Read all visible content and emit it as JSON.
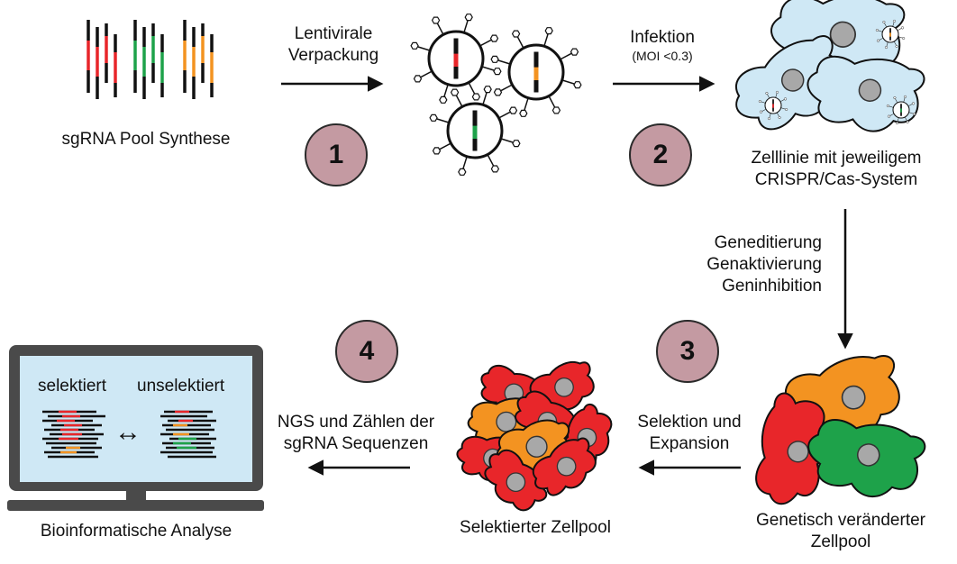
{
  "steps": [
    {
      "number": "1",
      "label_line1": "Lentivirale",
      "label_line2": "Verpackung"
    },
    {
      "number": "2",
      "label_line1": "Infektion",
      "label_line2": "(MOI <0.3)"
    },
    {
      "number": "3",
      "label_line1": "Selektion und",
      "label_line2": "Expansion"
    },
    {
      "number": "4",
      "label_line1": "NGS und Zählen der",
      "label_line2": "sgRNA Sequenzen"
    }
  ],
  "stages": {
    "synthesis": "sgRNA Pool Synthese",
    "cell_line_line1": "Zelllinie mit jeweiligem",
    "cell_line_line2": "CRISPR/Cas-System",
    "modes": [
      "Geneditierung",
      "Genaktivierung",
      "Geninhibition"
    ],
    "modified_pool_line1": "Genetisch veränderter",
    "modified_pool_line2": "Zellpool",
    "selected_pool": "Selektierter Zellpool",
    "analysis": "Bioinformatische Analyse"
  },
  "screen": {
    "left_label": "selektiert",
    "right_label": "unselektiert",
    "compare_symbol": "↔"
  },
  "colors": {
    "red": "#e8262a",
    "green": "#1ea24a",
    "orange": "#f39321",
    "cell_blue": "#cfe8f5",
    "badge": "#c49aa2",
    "screen": "#cfe8f5",
    "nucleus": "#a8a8a8"
  },
  "icons": [
    "virus-icon",
    "cell-icon",
    "computer-monitor-icon",
    "arrow-icon",
    "double-arrow-icon"
  ]
}
